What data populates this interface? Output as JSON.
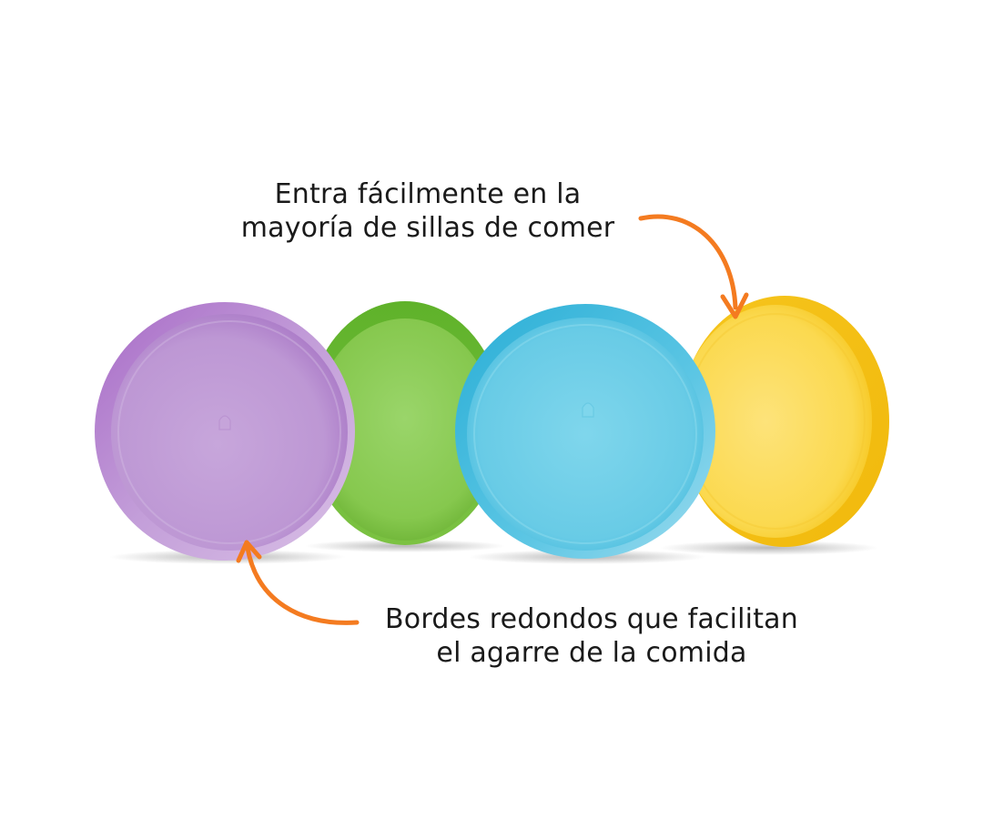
{
  "callouts": {
    "top": {
      "line1": "Entra fácilmente en la",
      "line2": "mayoría de sillas de comer"
    },
    "bottom": {
      "line1": "Bordes redondos que facilitan",
      "line2": "el agarre de la comida"
    }
  },
  "colors": {
    "arrow": "#f47b20",
    "purple_plate": "#c19bd6",
    "green_plate": "#8fcd5a",
    "blue_plate": "#6fcde6",
    "yellow_plate": "#fbdc55",
    "text": "#1a1a1a"
  },
  "plates": [
    {
      "name": "purple",
      "color": "#c19bd6"
    },
    {
      "name": "green",
      "color": "#8fcd5a"
    },
    {
      "name": "blue",
      "color": "#6fcde6"
    },
    {
      "name": "yellow",
      "color": "#fbdc55"
    }
  ]
}
